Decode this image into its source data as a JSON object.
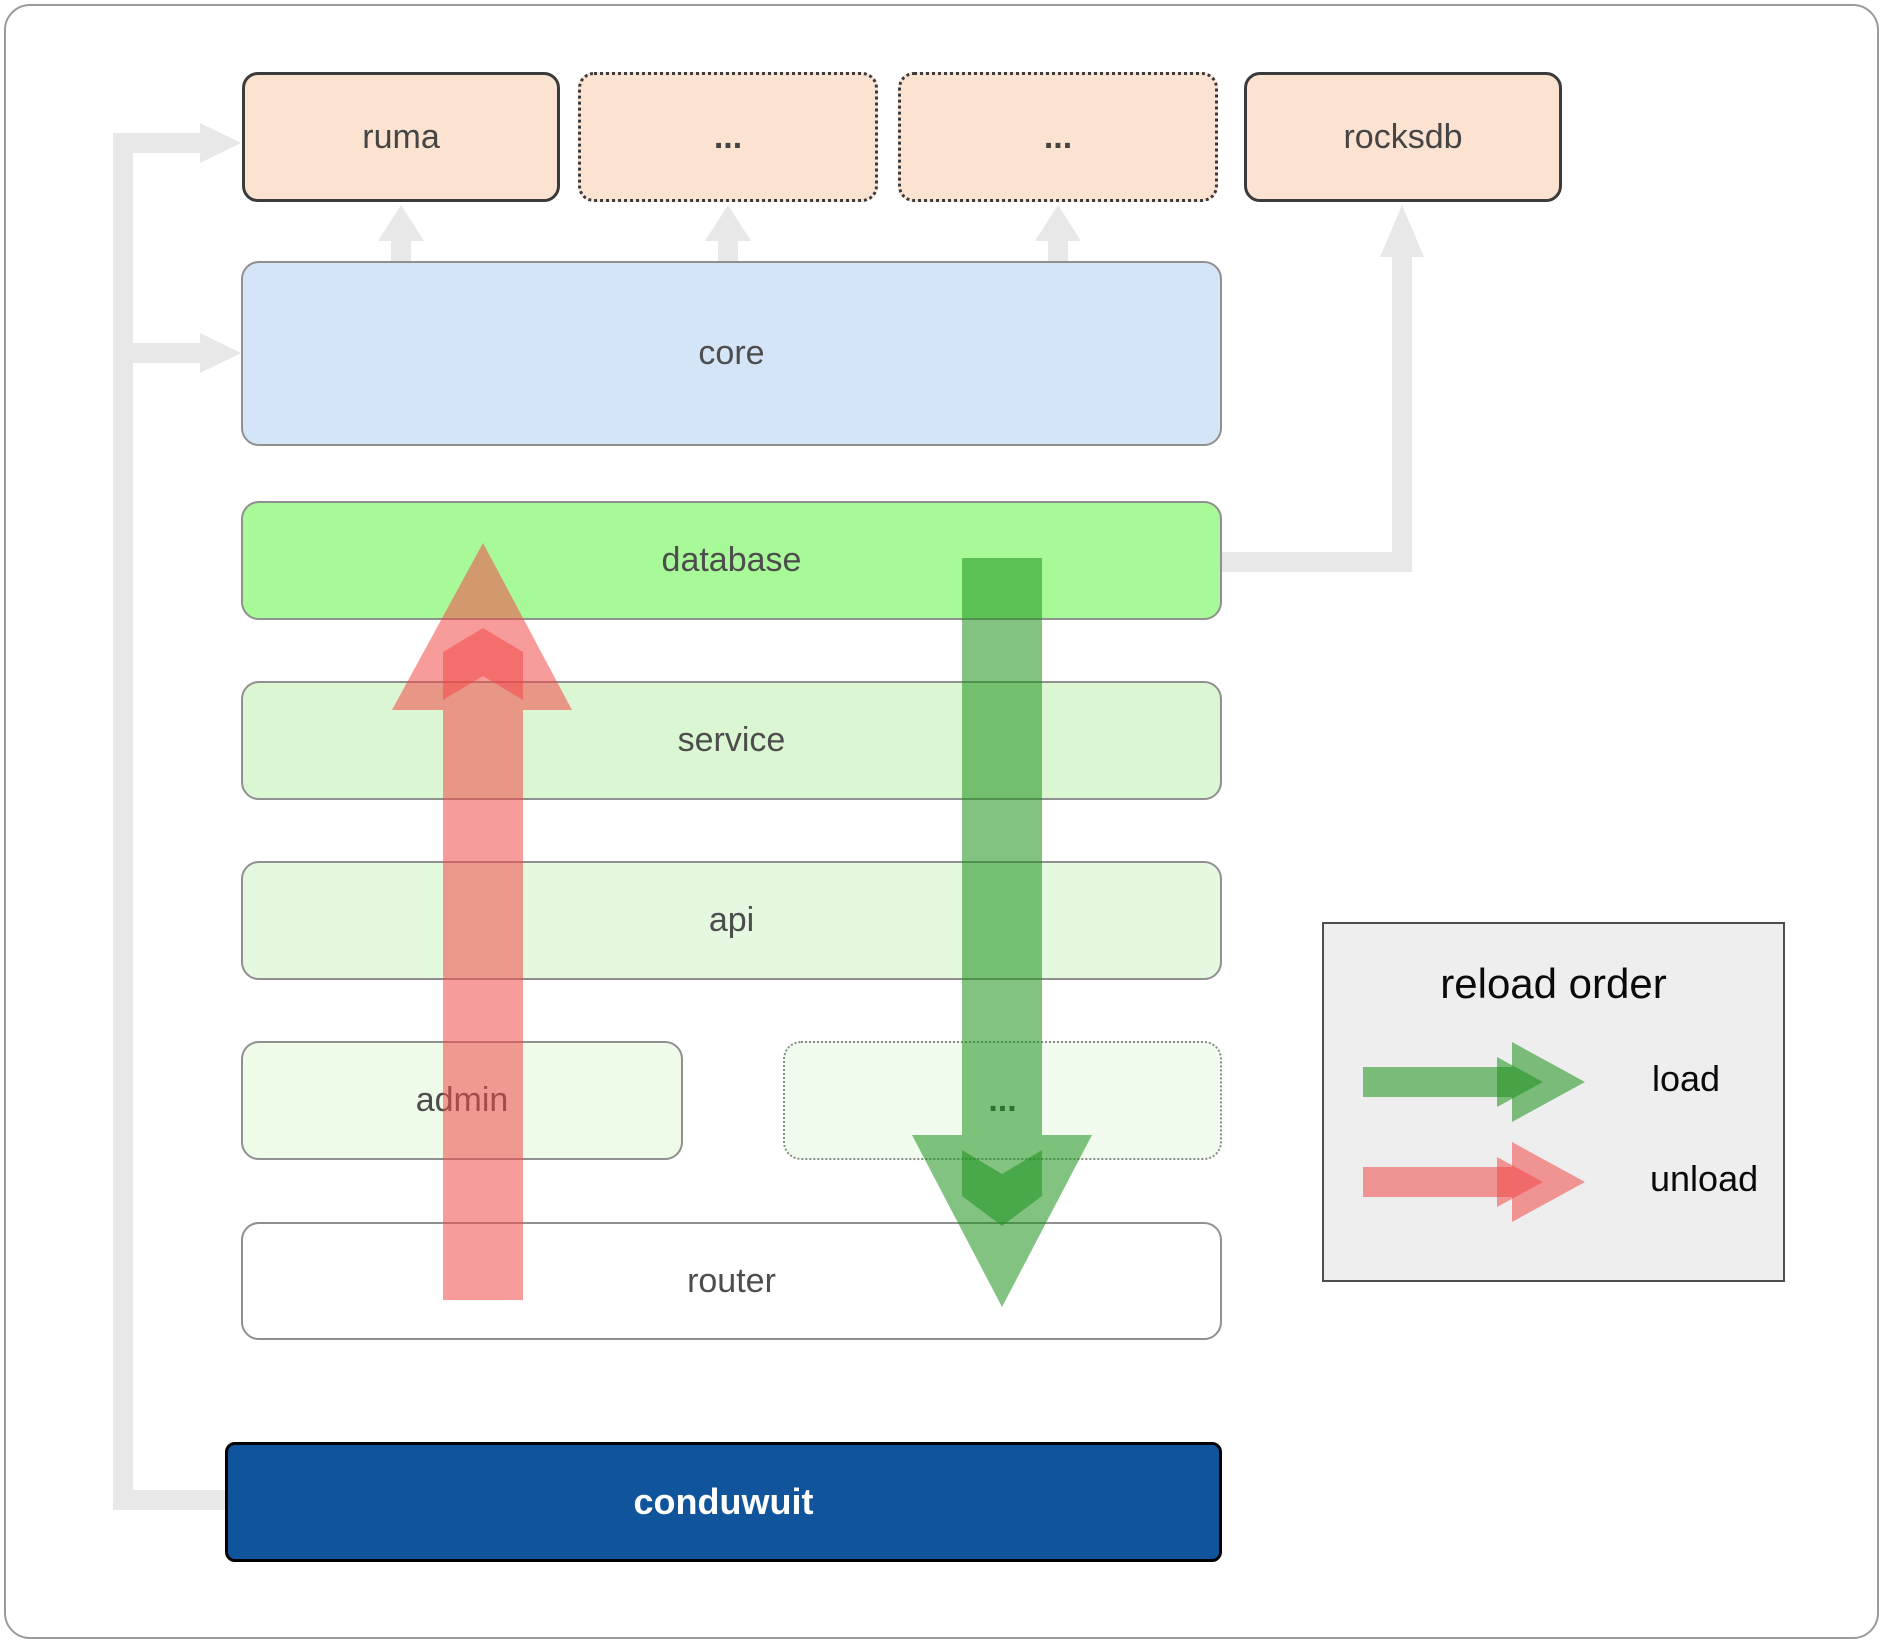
{
  "diagram": {
    "top_row": [
      {
        "label": "ruma",
        "border": "solid"
      },
      {
        "label": "...",
        "border": "dotted"
      },
      {
        "label": "...",
        "border": "dotted"
      },
      {
        "label": "rocksdb",
        "border": "solid"
      }
    ],
    "layers": {
      "core": {
        "label": "core"
      },
      "database": {
        "label": "database"
      },
      "service": {
        "label": "service"
      },
      "api": {
        "label": "api"
      },
      "admin": {
        "label": "admin"
      },
      "admin_more": {
        "label": "..."
      },
      "router": {
        "label": "router"
      }
    },
    "root": {
      "label": "conduwuit"
    },
    "legend": {
      "title": "reload order",
      "items": [
        {
          "label": "load",
          "color": "#1b911b"
        },
        {
          "label": "unload",
          "color": "#f34949"
        }
      ]
    },
    "colors": {
      "load_arrow": "#1b911b",
      "unload_arrow": "#f34949",
      "connector_gray": "#e8e8e8",
      "top_row_fill": "#fce3d1",
      "core_fill": "#d4e5f7",
      "database_fill": "#a8fa99",
      "service_fill": "#dbf6d3",
      "api_fill": "#e4f9df",
      "admin_fill": "#eefbe9",
      "router_fill": "#ffffff",
      "conduwuit_fill": "#10559c",
      "legend_bg": "#eeeeee"
    }
  }
}
